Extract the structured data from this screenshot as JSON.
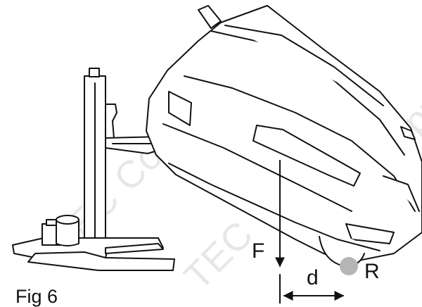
{
  "labels": {
    "force": "F",
    "distance": "d",
    "reaction": "R",
    "figure": "Fig 6"
  },
  "watermark": "Copyright",
  "colors": {
    "line": "#111111",
    "reaction_point": "#b5b5b5",
    "watermark": "#d4d4d4",
    "background": "#ffffff"
  }
}
